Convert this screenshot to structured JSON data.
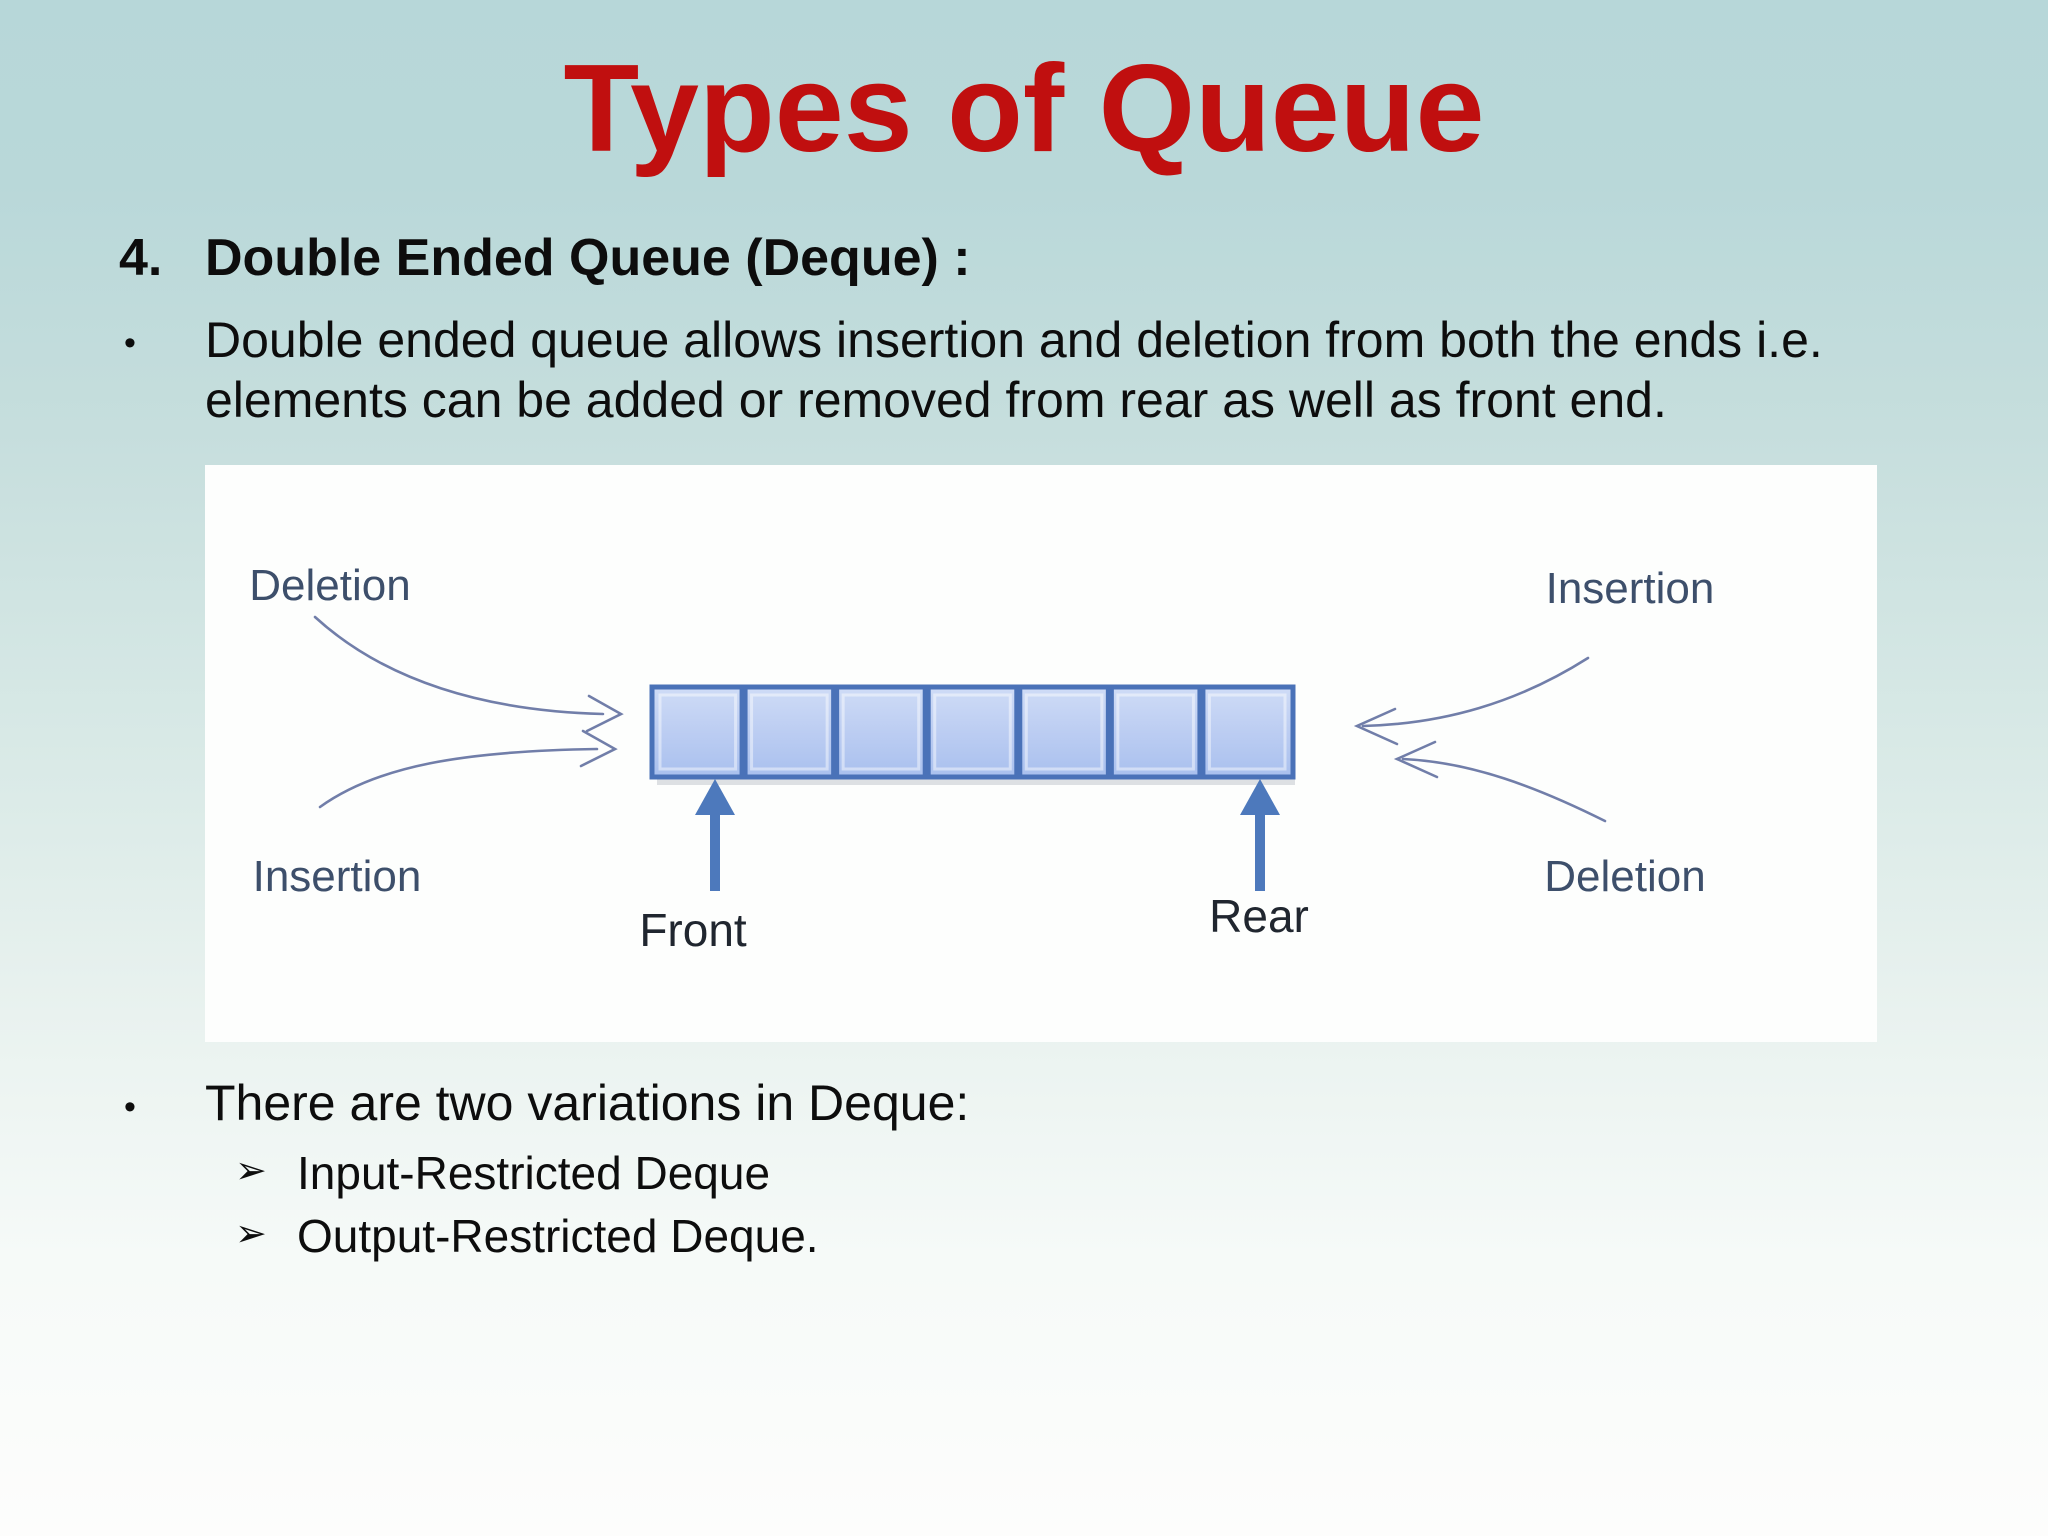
{
  "slide": {
    "title": "Types of Queue",
    "title_color": "#c00f0f",
    "section_number": "4.",
    "section_heading": "Double Ended Queue (Deque) :",
    "bullet_marker": "•",
    "sub_bullet_marker": "➢",
    "bullet_1_lines": [
      "Double ended queue allows insertion and deletion from both the ends i.e.",
      "elements can be added or removed from rear as well as front end."
    ],
    "bullet_2": "There are two variations in Deque:",
    "variations": [
      "Input-Restricted Deque",
      "Output-Restricted Deque."
    ]
  },
  "diagram": {
    "labels": {
      "top_left": "Deletion",
      "bottom_left": "Insertion",
      "top_right": "Insertion",
      "bottom_right": "Deletion",
      "front": "Front",
      "rear": "Rear"
    },
    "cell_count": 7,
    "colors": {
      "cell_border": "#4a72b8",
      "cell_fill_top": "#cfdcf6",
      "cell_fill_mid": "#bccdf2",
      "cell_fill_bottom": "#a9c0ee",
      "pointer": "#4d79bc",
      "curve": "#717ea9",
      "corner_label": "#3d4f6b",
      "front_rear_label": "#20262f",
      "background": "#fdfefd"
    }
  }
}
